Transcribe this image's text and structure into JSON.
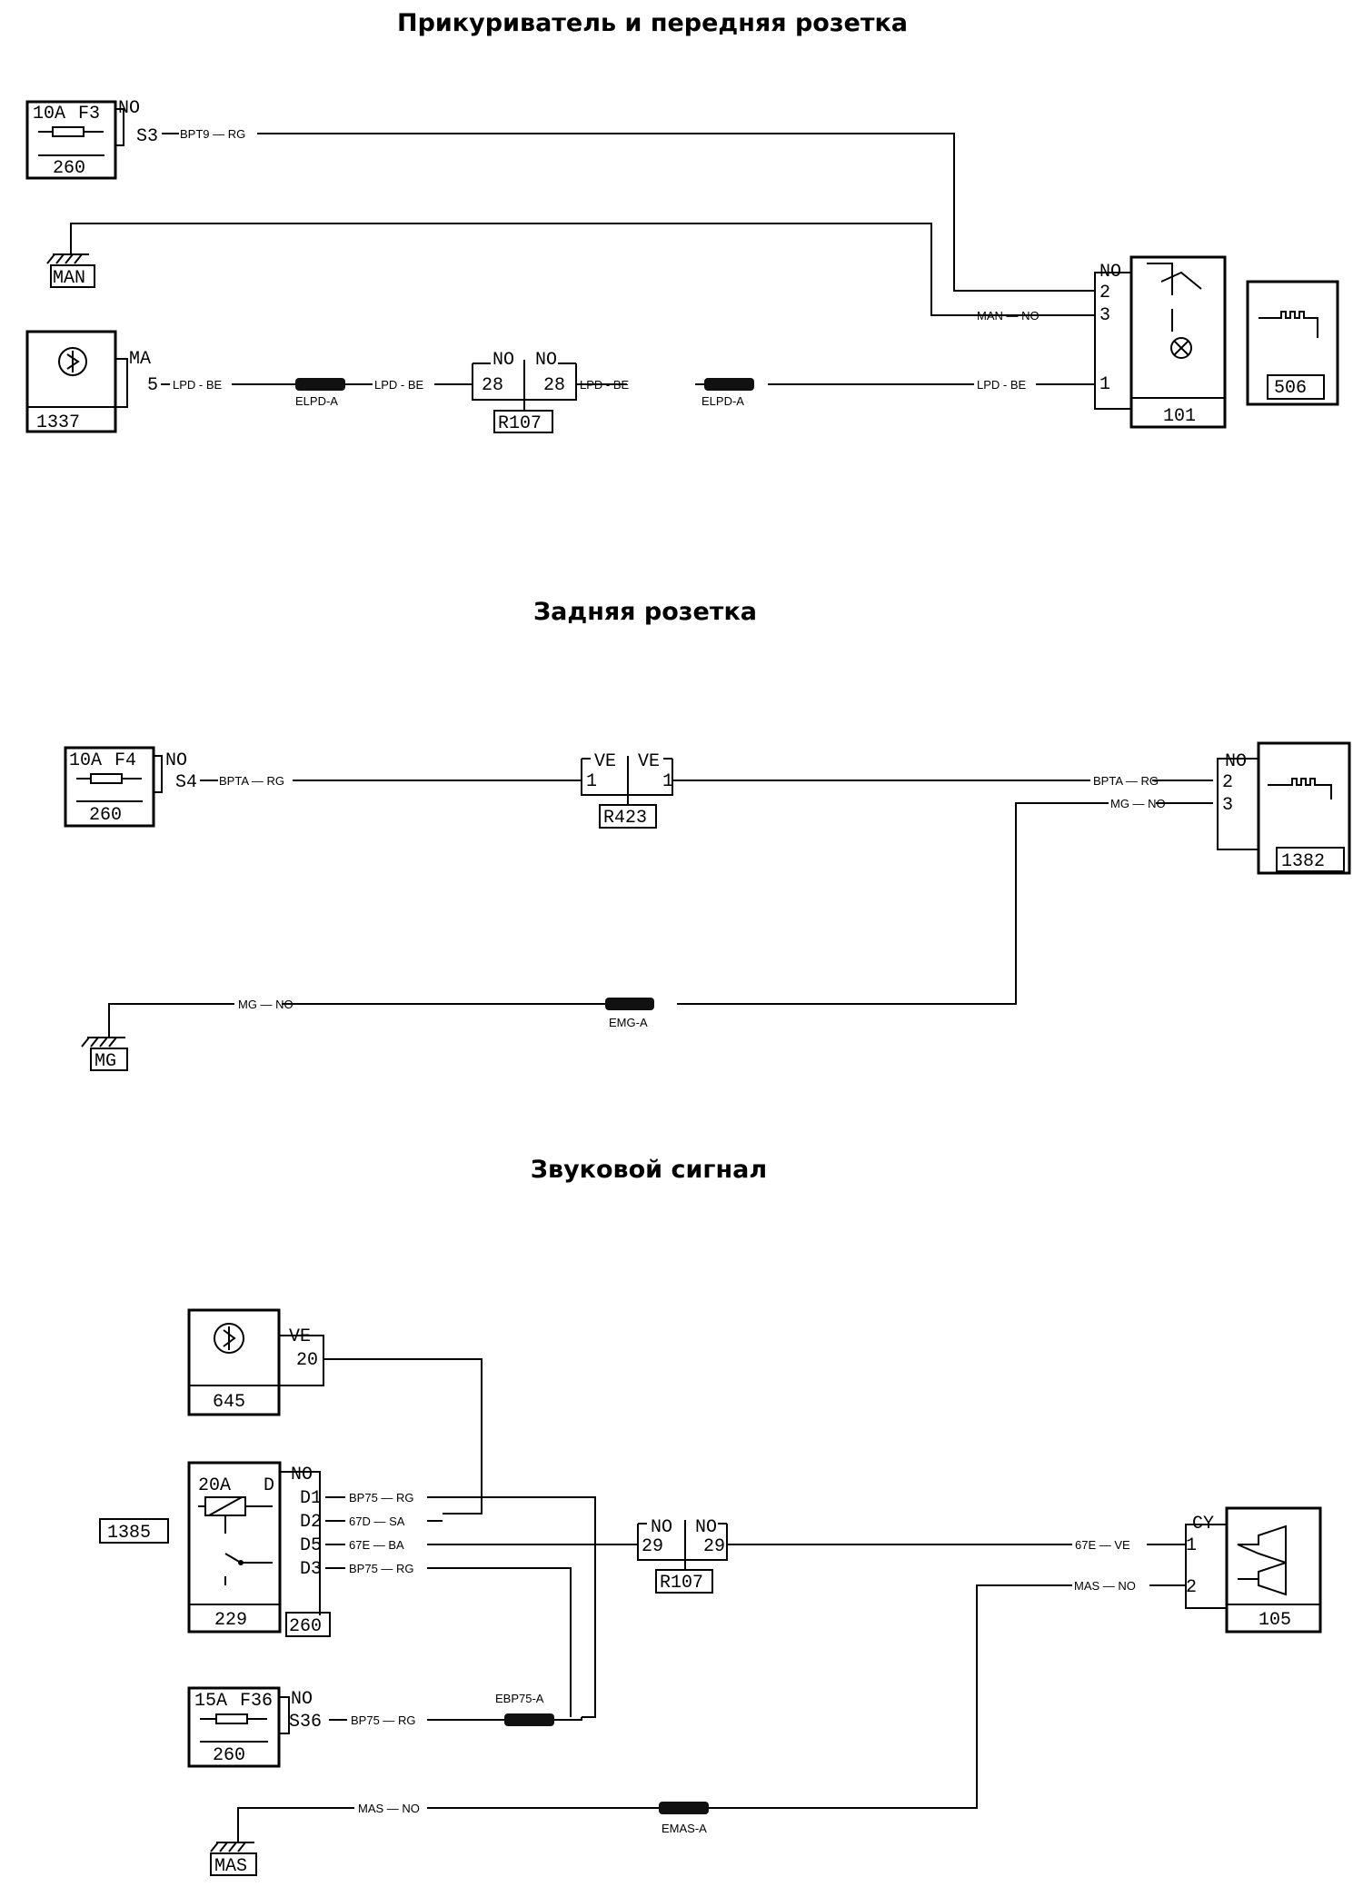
{
  "titles": {
    "lighter": "Прикуриватель и передняя розетка",
    "rear": "Задняя розетка",
    "horn": "Звуковой сигнал"
  },
  "lighter": {
    "fuse": {
      "rating": "10A",
      "id": "F3",
      "color": "NO",
      "pin": "S3",
      "unit": "260"
    },
    "wire_fuse": "BPT9 — RG",
    "ground": {
      "label": "MAN"
    },
    "module": {
      "color": "MA",
      "pin": "5",
      "unit": "1337"
    },
    "wire_a": "LPD - BE",
    "conn_a": "ELPD-A",
    "wire_b": "LPD - BE",
    "relay": {
      "c1": "NO",
      "c2": "NO",
      "p1": "28",
      "p2": "28",
      "id": "R107"
    },
    "wire_c": "LPD - BE",
    "conn_b": "ELPD-A",
    "wire_d": "LPD - BE",
    "wire_gnd": "MAN — NO",
    "cig": {
      "color": "NO",
      "p2": "2",
      "p3": "3",
      "p1": "1",
      "unit": "101"
    },
    "socket_unit": "506"
  },
  "rear": {
    "fuse": {
      "rating": "10A",
      "id": "F4",
      "color": "NO",
      "pin": "S4",
      "unit": "260"
    },
    "wire_fuse": "BPTA — RG",
    "relay": {
      "c1": "VE",
      "c2": "VE",
      "p1": "1",
      "p2": "1",
      "id": "R423"
    },
    "wire_out": "BPTA — RG",
    "wire_gnd_in": "MG — NO",
    "socket": {
      "color": "NO",
      "p2": "2",
      "p3": "3",
      "unit": "1382"
    },
    "ground": {
      "label": "MG"
    },
    "wire_gnd": "MG — NO",
    "conn": "EMG-A"
  },
  "horn": {
    "module": {
      "color": "VE",
      "pin": "20",
      "unit": "645"
    },
    "ext_unit": "1385",
    "fusebox": {
      "rating": "20A",
      "pin_d": "D",
      "color": "NO",
      "pins": [
        "D1",
        "D2",
        "D5",
        "D3"
      ],
      "wires": [
        "BP75 — RG",
        "67D — SA",
        "67E — BA",
        "BP75 — RG"
      ],
      "unit": "229",
      "unit2": "260"
    },
    "relay": {
      "c1": "NO",
      "c2": "NO",
      "p1": "29",
      "p2": "29",
      "id": "R107"
    },
    "wire_out": "67E — VE",
    "wire_gnd_in": "MAS — NO",
    "horn_unit": {
      "color": "CY",
      "p1": "1",
      "p2": "2",
      "unit": "105"
    },
    "fuse": {
      "rating": "15A",
      "id": "F36",
      "color": "NO",
      "pin": "S36",
      "unit": "260"
    },
    "wire_fuse": "BP75 — RG",
    "conn_fuse": "EBP75-A",
    "ground": {
      "label": "MAS"
    },
    "wire_gnd": "MAS — NO",
    "conn_gnd": "EMAS-A"
  }
}
